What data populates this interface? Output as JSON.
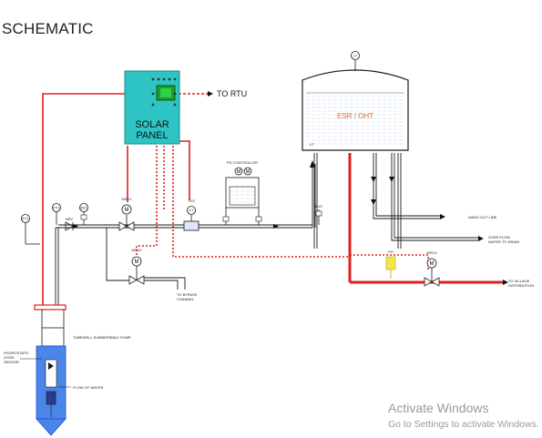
{
  "title": "SCHEMATIC",
  "panel": {
    "label_line1": "SOLAR",
    "label_line2": "PANEL",
    "color": "#2ec4c4"
  },
  "to_rtu": "TO RTU",
  "tank": {
    "label": "ESR / OHT",
    "label_color": "#e07020",
    "vent_label": "LT"
  },
  "labels": {
    "washout": "WASH OUT LINE",
    "overflow_line1": "OVER FLOW",
    "overflow_line2": "WATER TO DRAIN",
    "to_village_line1": "TO VILLAGE",
    "to_village_line2": "DISTRIBUTION",
    "to_bypass_line1": "TO BYPASS",
    "to_bypass_line2": "CHANNEL",
    "pump": "TUBEWELL SUBMERSIBLE PUMP",
    "level_line1": "HYDROSTATIC",
    "level_line2": "LEVEL",
    "level_line3": "SENSOR",
    "flow": "FLOW OF WATER",
    "pd_controller": "PD CONTROLLER"
  },
  "instruments": {
    "pt1": "PT1",
    "pt2": "PT2",
    "ft": "FT",
    "lt": "LT",
    "msv1": "MSV1",
    "msv2": "MSV2",
    "msv3": "MSV3",
    "tvs": "TVS",
    "nrv": "NRV",
    "bv1": "BV1",
    "bv2": "BV2",
    "ph": "PH"
  },
  "watermark": {
    "line1": "Activate Windows",
    "line2": "Go to Settings to activate Windows."
  },
  "colors": {
    "signal": "#e02020",
    "pipe": "#1a1a1a",
    "water": "#1e4fd6",
    "pumpwell": "#4a86e8"
  }
}
